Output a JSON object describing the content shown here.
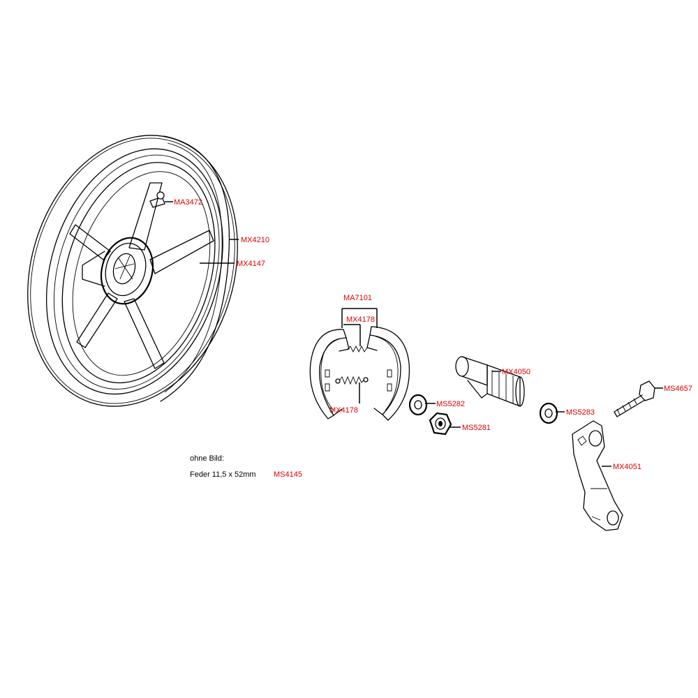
{
  "parts": {
    "ma3472": "MA3472",
    "mx4210": "MX4210",
    "mx4147": "MX4147",
    "ma7101": "MA7101",
    "mx4178_top": "MX4178",
    "mx4178_bottom": "MX4178",
    "mx4050": "MX4050",
    "ms5282": "MS5282",
    "ms5281": "MS5281",
    "ms5283": "MS5283",
    "ms4657": "MS4657",
    "mx4051": "MX4051"
  },
  "notes": {
    "heading": "ohne Bild:",
    "item_desc": "Feder 11,5 x 52mm",
    "item_part": "MS4145"
  },
  "colors": {
    "label": "#e00000",
    "ink": "#000000",
    "background": "#ffffff"
  }
}
